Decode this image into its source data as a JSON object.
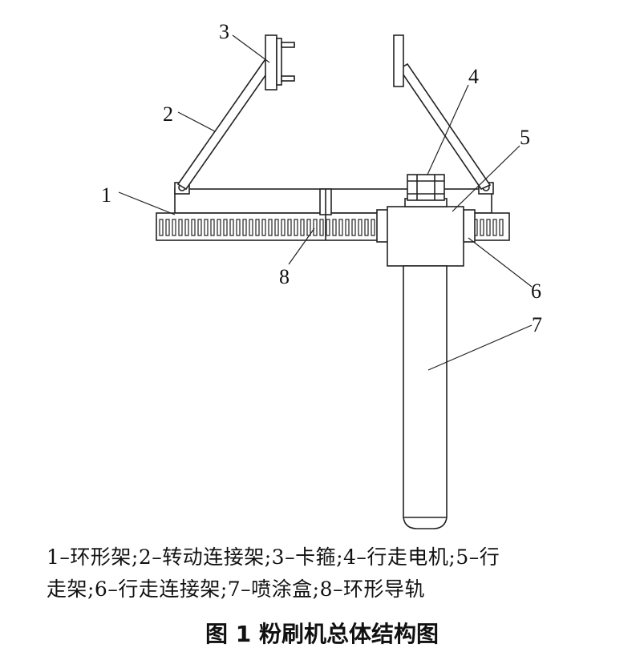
{
  "figure": {
    "callouts": [
      "1",
      "2",
      "3",
      "4",
      "5",
      "6",
      "7",
      "8"
    ]
  },
  "legend": {
    "line1": "1–环形架;2–转动连接架;3–卡箍;4–行走电机;5–行",
    "line2": "走架;6–行走连接架;7–喷涂盒;8–环形导轨"
  },
  "caption": {
    "text": "图 1   粉刷机总体结构图"
  },
  "colors": {
    "line": "#222222",
    "background": "#ffffff"
  }
}
